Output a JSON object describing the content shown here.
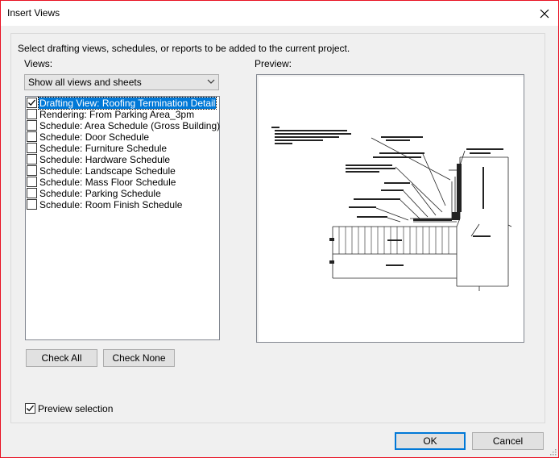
{
  "window": {
    "title": "Insert Views"
  },
  "instructions": "Select drafting views, schedules, or reports to be added to the current project.",
  "views": {
    "label": "Views:",
    "filter": "Show all views and sheets",
    "items": [
      {
        "label": "Drafting View: Roofing Termination Detail",
        "checked": true,
        "selected": true
      },
      {
        "label": "Rendering: From Parking Area_3pm",
        "checked": false,
        "selected": false
      },
      {
        "label": "Schedule: Area Schedule (Gross Building)",
        "checked": false,
        "selected": false
      },
      {
        "label": "Schedule: Door Schedule",
        "checked": false,
        "selected": false
      },
      {
        "label": "Schedule: Furniture Schedule",
        "checked": false,
        "selected": false
      },
      {
        "label": "Schedule: Hardware Schedule",
        "checked": false,
        "selected": false
      },
      {
        "label": "Schedule: Landscape Schedule",
        "checked": false,
        "selected": false
      },
      {
        "label": "Schedule: Mass Floor Schedule",
        "checked": false,
        "selected": false
      },
      {
        "label": "Schedule: Parking Schedule",
        "checked": false,
        "selected": false
      },
      {
        "label": "Schedule: Room Finish Schedule",
        "checked": false,
        "selected": false
      }
    ]
  },
  "preview": {
    "label": "Preview:"
  },
  "buttons": {
    "check_all": "Check All",
    "check_none": "Check None",
    "ok": "OK",
    "cancel": "Cancel"
  },
  "preview_selection": {
    "label": "Preview selection",
    "checked": true
  },
  "icons": {
    "close": "close-icon",
    "dropdown": "chevron-down-icon",
    "check": "checkmark-icon",
    "grip": "resize-grip-icon"
  }
}
